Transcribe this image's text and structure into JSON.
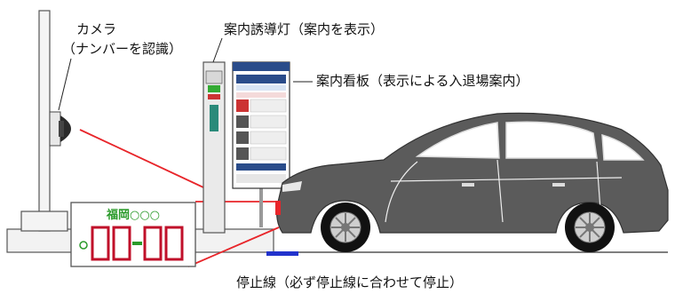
{
  "labels": {
    "camera_line1": "カメラ",
    "camera_line2": "（ナンバーを認識）",
    "guide_light": "案内誘導灯（案内を表示）",
    "signboard": "案内看板（表示による入退場案内）",
    "stop_line": "停止線（必ず停止線に合わせて停止）"
  },
  "plate": {
    "area": "福岡○○○"
  },
  "colors": {
    "beam": "#e8252a",
    "stop_line": "#2233cc",
    "car_body": "#5b5b5b",
    "plate_green": "#2a9a2a",
    "plate_red": "#c0102a"
  }
}
